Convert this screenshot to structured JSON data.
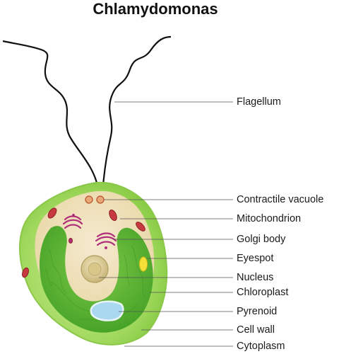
{
  "title": "Chlamydomonas",
  "image_id": "578647219",
  "labels": {
    "flagellum": "Flagellum",
    "contractile_vacuole": "Contractile vacuole",
    "mitochondrion": "Mitochondrion",
    "golgi_body": "Golgi body",
    "eyespot": "Eyespot",
    "nucleus": "Nucleus",
    "chloroplast": "Chloroplast",
    "pyrenoid": "Pyrenoid",
    "cell_wall": "Cell wall",
    "cytoplasm": "Cytoplasm"
  },
  "colors": {
    "cell_wall": "#8fcf4a",
    "chloroplast": "#5cb832",
    "cytoplasm": "#f2e2b8",
    "mitochondrion": "#c8393f",
    "golgi": "#b0307a",
    "eyespot": "#f5e03a",
    "nucleus": "#e2d29a",
    "pyrenoid": "#a9d8f0",
    "leader_line": "#555555"
  }
}
